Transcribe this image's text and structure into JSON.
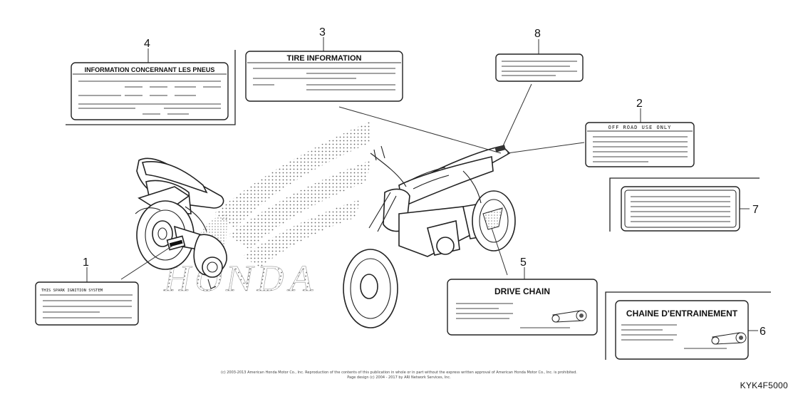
{
  "labels": {
    "l1": {
      "number": "1",
      "text": "THIS SPARK IGNITION SYSTEM"
    },
    "l2": {
      "number": "2",
      "text": "OFF ROAD USE ONLY"
    },
    "l3": {
      "number": "3",
      "text": "TIRE INFORMATION"
    },
    "l4": {
      "number": "4",
      "text": "INFORMATION CONCERNANT LES PNEUS"
    },
    "l5": {
      "number": "5",
      "text": "DRIVE CHAIN"
    },
    "l6": {
      "number": "6",
      "text": "CHAINE D'ENTRAINEMENT"
    },
    "l7": {
      "number": "7"
    },
    "l8": {
      "number": "8"
    }
  },
  "background_brand": "HONDA",
  "footer": {
    "copyright_line1": "(c) 2003-2013 American Honda Motor Co., Inc. Reproduction of the contents of this publication in whole or in part without the express written approval of American Honda Motor Co., Inc. is prohibited.",
    "copyright_line2": "Page design (c) 2004 - 2017 by ARI Network Services, Inc.",
    "diagram_code": "KYK4F5000"
  }
}
